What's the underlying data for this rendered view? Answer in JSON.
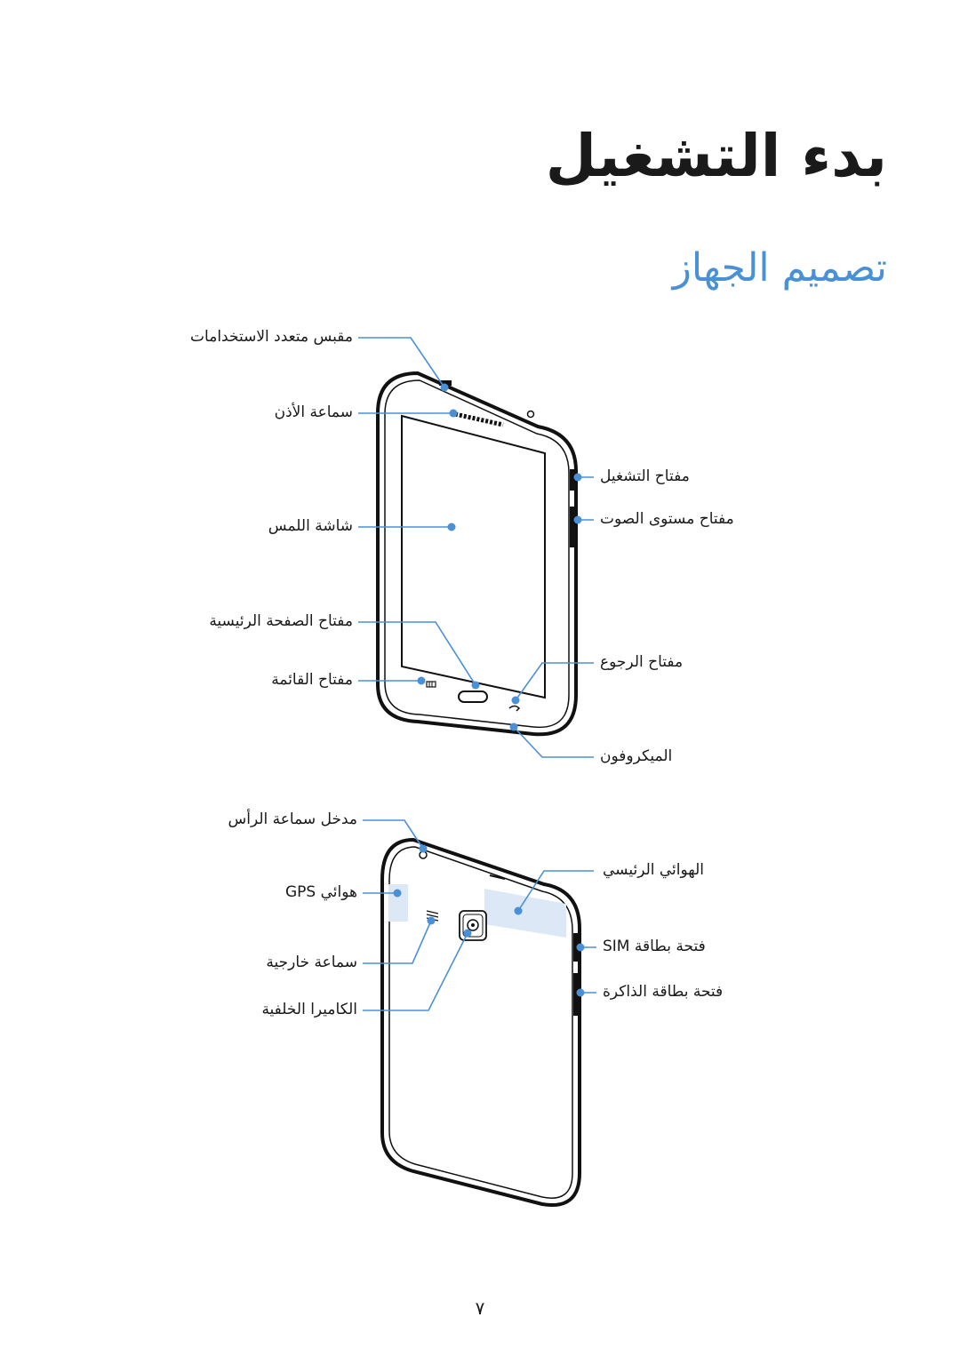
{
  "page": {
    "title": "بدء التشغيل",
    "subtitle": "تصميم الجهاز",
    "accent_color": "#4a90d6",
    "page_number": "٧"
  },
  "front_labels": {
    "multipurpose_jack": "مقبس متعدد الاستخدامات",
    "earpiece": "سماعة الأذن",
    "touchscreen": "شاشة اللمس",
    "home_key": "مفتاح الصفحة الرئيسية",
    "menu_key": "مفتاح القائمة",
    "power_key": "مفتاح التشغيل",
    "volume_key": "مفتاح مستوى الصوت",
    "back_key": "مفتاح الرجوع",
    "microphone": "الميكروفون"
  },
  "back_labels": {
    "headset_jack": "مدخل سماعة الرأس",
    "gps_antenna": "هوائي GPS",
    "speaker": "سماعة خارجية",
    "rear_camera": "الكاميرا الخلفية",
    "main_antenna": "الهوائي الرئيسي",
    "sim_slot": "فتحة بطاقة SIM",
    "memory_slot": "فتحة بطاقة الذاكرة"
  },
  "icons": {
    "menu_key_icon": "menu-icon",
    "back_key_icon": "back-arrow-icon",
    "camera_icon": "camera-lens-icon"
  }
}
